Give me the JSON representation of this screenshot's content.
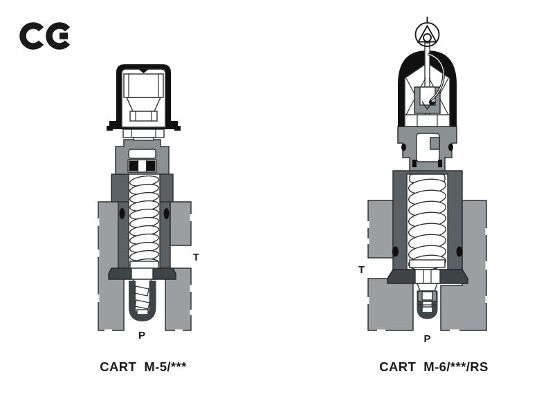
{
  "page": {
    "background": "#ffffff"
  },
  "ce_mark": {
    "icon": "ce-certification-mark"
  },
  "diagrams": [
    {
      "id": "cart-m5",
      "caption": "CART  M-5/***",
      "ports": {
        "tank": "T",
        "pressure": "P"
      }
    },
    {
      "id": "cart-m6-rs",
      "caption": "CART  M-6/***/RS",
      "ports": {
        "tank": "T",
        "pressure": "P"
      },
      "seal_icon": "lead-seal"
    }
  ],
  "colors": {
    "manifold": "#9b9fa1",
    "body-mid": "#8b9093",
    "sleeve": "#5a6063",
    "seat": "#3f4447",
    "cap": "#101010",
    "outline": "#2e3233",
    "ink": "#1a1a1a",
    "background": "#ffffff"
  }
}
